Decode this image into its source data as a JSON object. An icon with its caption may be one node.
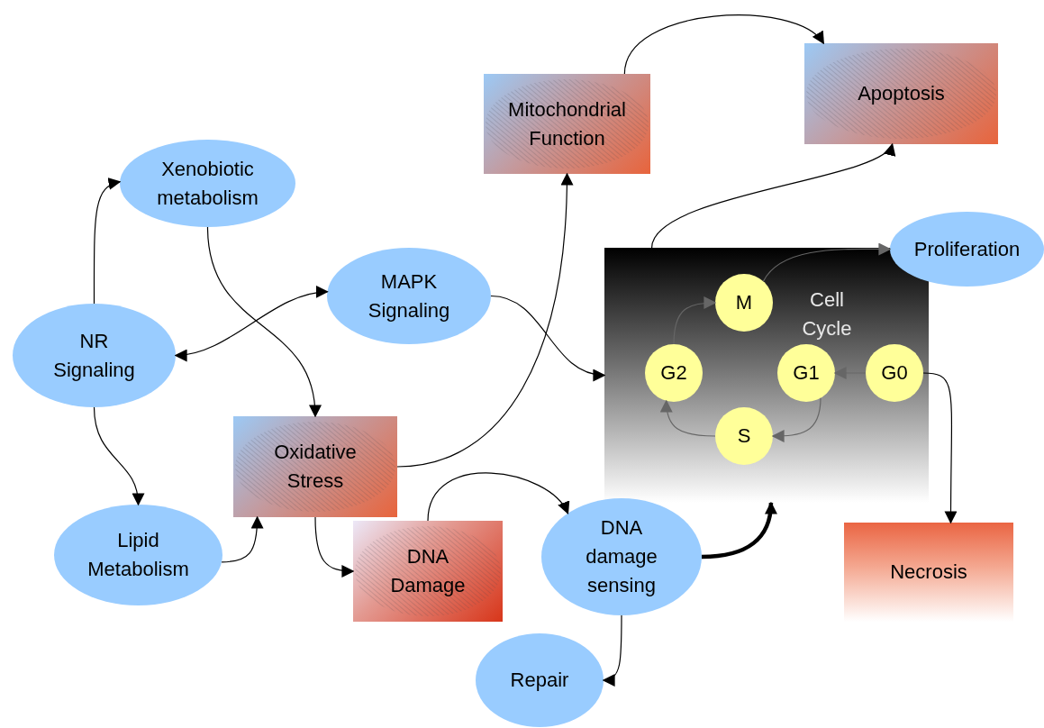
{
  "diagram": {
    "nodes": [
      {
        "text": [
          "Mitochondrial Function"
        ]
      },
      {
        "text": [
          "Apoptosis"
        ]
      },
      {
        "text": [
          "Xenobiotic metabolism"
        ]
      },
      {
        "text": [
          "Proliferation"
        ]
      },
      {
        "text": [
          "Cell Cycle"
        ]
      },
      {
        "text": [
          "MAPK Signaling"
        ]
      },
      {
        "text": [
          "M"
        ],
        "in": 4
      },
      {
        "text": [
          "NR Signaling"
        ]
      },
      {
        "text": [
          "G2"
        ],
        "in": 4
      },
      {
        "text": [
          "G1"
        ],
        "in": 4
      },
      {
        "text": [
          "G0"
        ],
        "in": 4
      },
      {
        "text": [
          "S"
        ],
        "in": 4
      },
      {
        "text": [
          "Oxidative Stress"
        ]
      },
      {
        "text": [
          "Necrosis"
        ]
      },
      {
        "text": [
          "Lipid Metabolism"
        ]
      },
      {
        "text": [
          "DNA Damage"
        ]
      },
      {
        "text": [
          "DNA damage sensing"
        ]
      },
      {
        "text": [
          "Repair"
        ]
      }
    ],
    "edges": [
      {
        "from": 0,
        "to": 1,
        "arrow": "to"
      },
      {
        "from": 7,
        "to": 2,
        "arrow": "to"
      },
      {
        "from": 7,
        "to": 5,
        "arrow": "both"
      },
      {
        "from": 2,
        "to": 12,
        "arrow": "to"
      },
      {
        "from": 5,
        "to": 4,
        "arrow": "to"
      },
      {
        "from": 12,
        "to": 0,
        "arrow": "to"
      },
      {
        "from": 7,
        "to": 14,
        "arrow": "to"
      },
      {
        "from": 14,
        "to": 12,
        "arrow": "to"
      },
      {
        "from": 12,
        "to": 15,
        "arrow": "to"
      },
      {
        "from": 15,
        "to": 16,
        "arrow": "to"
      },
      {
        "from": 16,
        "to": 4,
        "arrow": "to",
        "style": "thick"
      },
      {
        "from": 16,
        "to": 17,
        "arrow": "to"
      },
      {
        "from": 4,
        "to": 1,
        "arrow": "to"
      },
      {
        "from": 6,
        "to": 3,
        "arrow": "to",
        "color": "#666666"
      },
      {
        "from": 10,
        "to": 9,
        "arrow": "to",
        "color": "#666666"
      },
      {
        "from": 9,
        "to": 11,
        "arrow": "to",
        "color": "#666666"
      },
      {
        "from": 11,
        "to": 8,
        "arrow": "to",
        "color": "#666666"
      },
      {
        "from": 8,
        "to": 6,
        "arrow": "to",
        "color": "#666666"
      },
      {
        "from": 10,
        "to": 13,
        "arrow": "to"
      }
    ]
  }
}
